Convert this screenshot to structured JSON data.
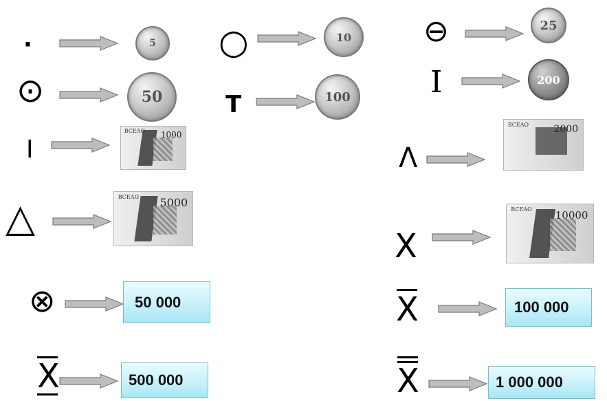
{
  "colors": {
    "arrow_fill": "#bdbdbd",
    "arrow_stroke": "#7a7a7a",
    "box_top": "#e9fbff",
    "box_bottom": "#a7e6f4"
  },
  "symbols": {
    "dot": "·",
    "circle": "○",
    "circle_minus": "⊖",
    "circle_dot": "⊙",
    "t": "T",
    "i_beam": "I",
    "bar": "I",
    "wedge": "Λ",
    "triangle": "△",
    "x": "X",
    "circle_times": "⊗",
    "x_overline": "X",
    "x_underline_overline": "X",
    "x_double_overline": "X"
  },
  "coins": {
    "c1": "5",
    "c10": "10",
    "c25": "25",
    "c50": "50",
    "c100": "100",
    "c200": "200"
  },
  "notes": {
    "n1000": "1000",
    "n2000": "2000",
    "n5000": "5000",
    "n10000": "10000",
    "tag": "BCEAO"
  },
  "values": {
    "v50000": "50 000",
    "v100000": "100 000",
    "v500000": "500 000",
    "v1000000": "1 000 000"
  }
}
